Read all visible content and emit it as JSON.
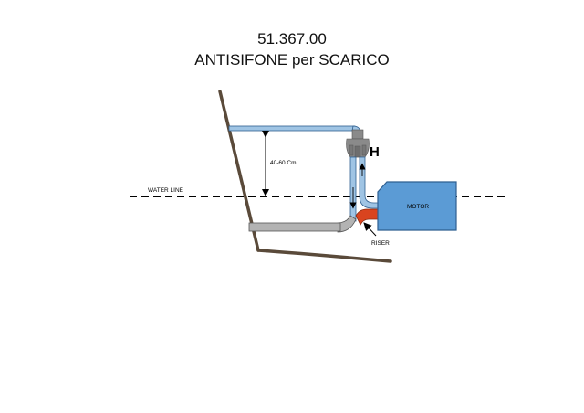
{
  "header": {
    "code": "51.367.00",
    "title": "ANTISIFONE per SCARICO"
  },
  "diagram": {
    "labels": {
      "height_range": "40-60 Cm.",
      "water_line": "WATER LINE",
      "valve_mark": "H",
      "motor": "MOTOR",
      "riser": "RISER"
    },
    "colors": {
      "hull": "#5a4a3a",
      "pipe_blue": "#9fc4e4",
      "pipe_outline": "#2f5f8f",
      "motor_fill": "#5b9bd5",
      "motor_outline": "#2e5f91",
      "riser_red": "#d9441f",
      "exhaust_gray": "#b3b3b3",
      "valve_gray": "#8a8a8a"
    }
  }
}
